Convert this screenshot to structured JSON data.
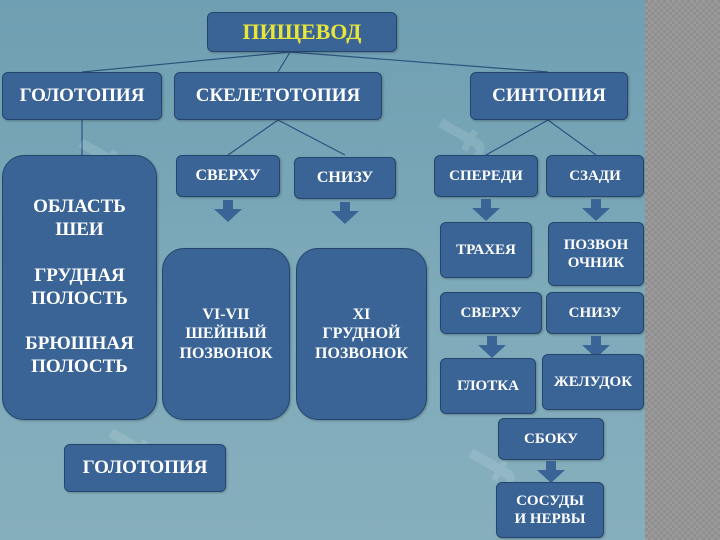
{
  "title": "ПИЩЕВОД",
  "categories": {
    "holotopy": "ГОЛОТОПИЯ",
    "skeletotopy": "СКЕЛЕТОТОПИЯ",
    "syntopy": "СИНТОПИЯ"
  },
  "holotopy_regions": "ОБЛАСТЬ\nШЕИ\n\nГРУДНАЯ\nПОЛОСТЬ\n\nБРЮШНАЯ\nПОЛОСТЬ",
  "skeletotopy": {
    "top_label": "СВЕРХУ",
    "bottom_label": "СНИЗУ",
    "top_value": "VI-VII\nШЕЙНЫЙ\nПОЗВОНОК",
    "bottom_value": "XI\nГРУДНОЙ\nПОЗВОНОК"
  },
  "syntopy": {
    "front_label": "СПЕРЕДИ",
    "back_label": "СЗАДИ",
    "front_value": "ТРАХЕЯ",
    "back_value": "ПОЗВОН\nОЧНИК",
    "top_label": "СВЕРХУ",
    "bottom_label": "СНИЗУ",
    "top_value": "ГЛОТКА",
    "bottom_value": "ЖЕЛУДОК",
    "side_label": "СБОКУ",
    "side_value": "СОСУДЫ\nИ НЕРВЫ"
  },
  "footer_box": "ГОЛОТОПИЯ",
  "colors": {
    "box_fill": "#3a6496",
    "title_text": "#e8e63a",
    "background": "#7aa6b5"
  }
}
